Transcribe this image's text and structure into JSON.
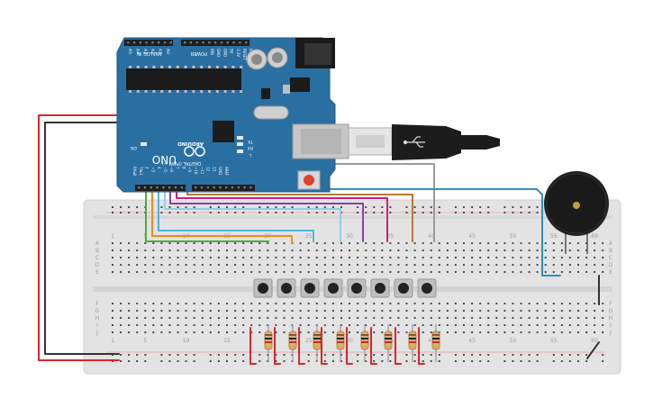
{
  "arduino": {
    "brand": "ARDUINO",
    "model": "UNO",
    "analog_in_label": "ANALOG IN",
    "power_label": "POWER",
    "digital_label": "DIGITAL (PWM ~)",
    "analog_pins": [
      "A5",
      "A4",
      "A3",
      "A2",
      "A1",
      "A0"
    ],
    "power_pins": [
      "VIN",
      "GND",
      "GND",
      "5V",
      "3.3V",
      "RESET",
      "IOREF"
    ],
    "digital_pins": [
      "AREF",
      "GND",
      "13",
      "12",
      "~11",
      "~10",
      "~9",
      "8",
      "7",
      "~6",
      "~5",
      "4",
      "~3",
      "2",
      "TX▸1",
      "RX◂0"
    ],
    "leds": [
      "TX",
      "RX",
      "L"
    ],
    "on_label": "ON"
  },
  "breadboard": {
    "column_numbers": [
      "1",
      "5",
      "10",
      "15",
      "20",
      "25",
      "30",
      "35",
      "40",
      "45",
      "50",
      "55",
      "60"
    ],
    "row_letters_top": [
      "A",
      "B",
      "C",
      "D",
      "E"
    ],
    "row_letters_bottom": [
      "F",
      "G",
      "H",
      "I",
      "J"
    ]
  },
  "components": {
    "push_buttons": 8,
    "resistors": 8,
    "buzzer": 1
  },
  "colors": {
    "board_blue": "#2a6fa2",
    "breadboard": "#e2e2e2",
    "wire_red": "#d8262e",
    "wire_black": "#333333",
    "wire_green": "#4caf3a",
    "wire_orange": "#f08c1a",
    "wire_lightblue": "#6ec1de",
    "wire_purple": "#8b3fa8",
    "wire_magenta": "#c2247a",
    "wire_brown": "#b57a3a",
    "wire_blue": "#2f8ec8",
    "wire_gray": "#9a9a9a"
  }
}
